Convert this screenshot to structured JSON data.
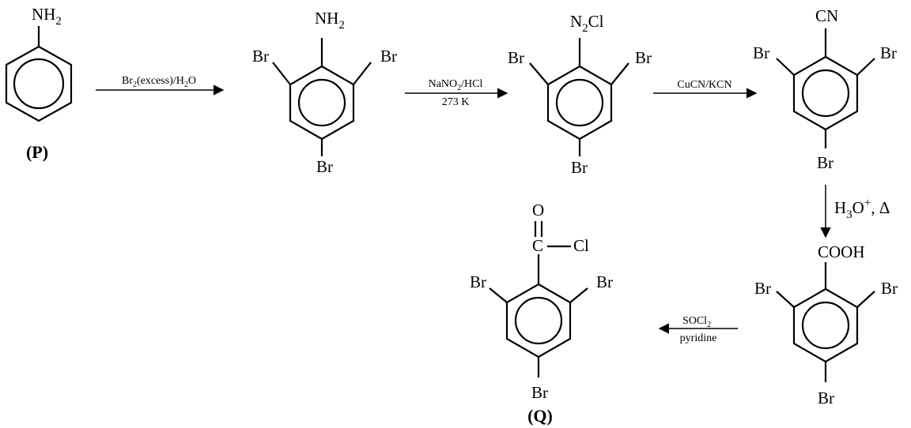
{
  "scheme": {
    "compounds": {
      "p": {
        "top": [
          "NH",
          "2"
        ],
        "tag": "(P)"
      },
      "c1": {
        "top": [
          "NH",
          "2"
        ],
        "left": "Br",
        "right": "Br",
        "bottom": "Br"
      },
      "c2": {
        "top": [
          "N",
          "2",
          "Cl"
        ],
        "left": "Br",
        "right": "Br",
        "bottom": "Br"
      },
      "c3": {
        "top": [
          "CN"
        ],
        "left": "Br",
        "right": "Br",
        "bottom": "Br"
      },
      "c4": {
        "top": [
          "COOH"
        ],
        "left": "Br",
        "right": "Br",
        "bottom": "Br"
      },
      "q": {
        "carbonyl_o": "O",
        "carbonyl_c": "C",
        "chloride": "Cl",
        "left": "Br",
        "right": "Br",
        "bottom": "Br",
        "tag": "(Q)"
      }
    },
    "arrows": {
      "a1": {
        "above": [
          "Br",
          "2",
          "(excess)/H",
          "2",
          "O"
        ]
      },
      "a2": {
        "above": [
          "NaNO",
          "2",
          "/HCl"
        ],
        "below": "273 K"
      },
      "a3": {
        "above": "CuCN/KCN"
      },
      "a4": {
        "side": [
          "H",
          "3",
          "O",
          "+",
          ", Δ"
        ]
      },
      "a5": {
        "above": [
          "SOCl",
          "2"
        ],
        "below": "pyridine"
      }
    }
  }
}
